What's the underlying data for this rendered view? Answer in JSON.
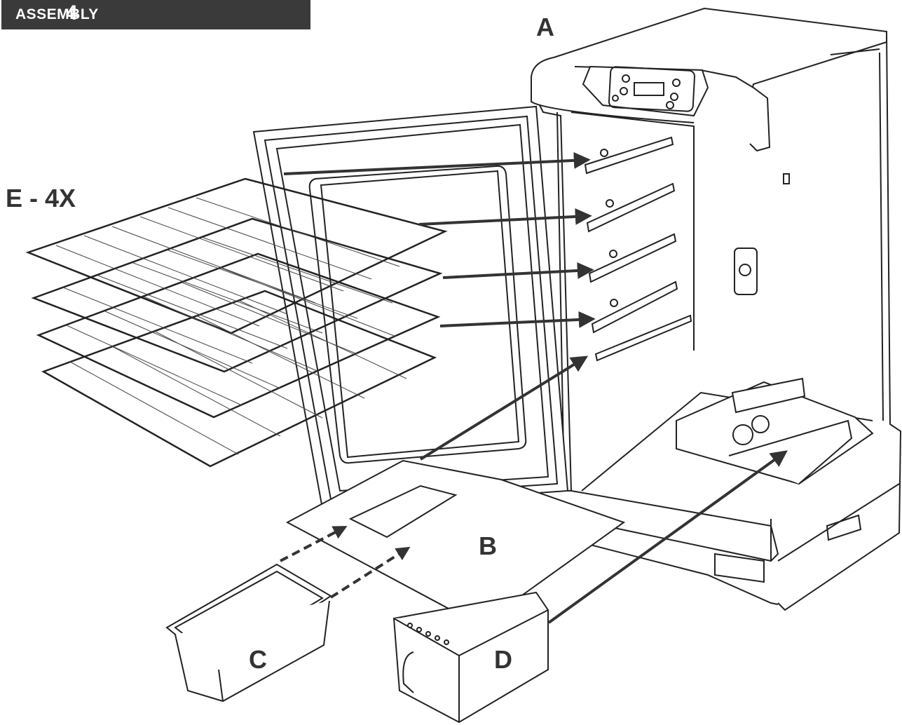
{
  "header": {
    "title": "ASSEMBLY",
    "step": "4"
  },
  "labels": {
    "smoker": "A",
    "drip_plate": "B",
    "water_pan": "C",
    "wood_box": "D",
    "racks": "E - 4X"
  },
  "colors": {
    "header_bg": "#3a3a3a",
    "header_text": "#ffffff",
    "line": "#222222",
    "arrow": "#333333"
  }
}
